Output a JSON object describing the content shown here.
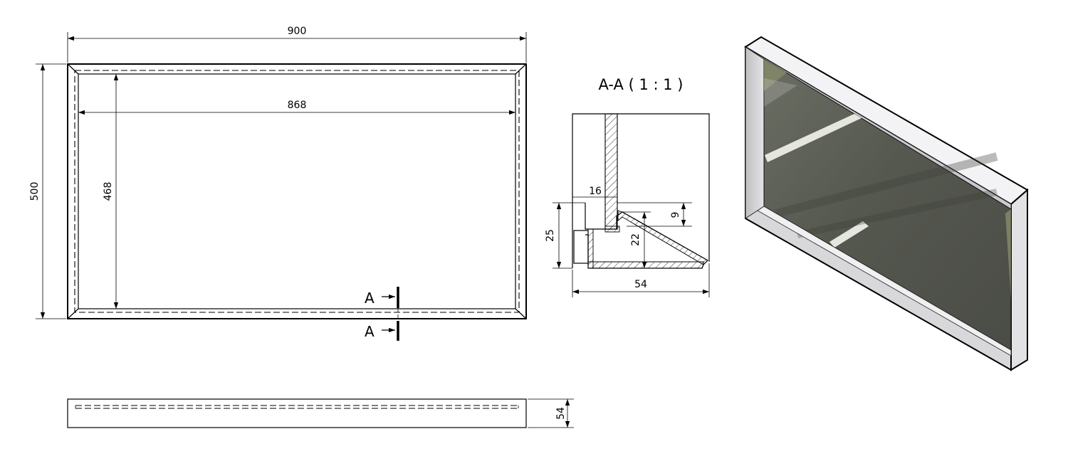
{
  "front_view": {
    "dims": {
      "outer_width": "900",
      "inner_width": "868",
      "outer_height": "500",
      "inner_height": "468"
    },
    "section_marks": [
      "A",
      "A"
    ]
  },
  "section_view": {
    "title": "A-A ( 1 : 1 )",
    "dims": {
      "d16": "16",
      "d9": "9",
      "d25": "25",
      "d22": "22",
      "d54": "54"
    }
  },
  "side_view": {
    "dims": {
      "depth": "54"
    }
  },
  "isometric_view": {
    "frame_color": "#d9d9dc",
    "mirror_color": "#5c5f57"
  }
}
